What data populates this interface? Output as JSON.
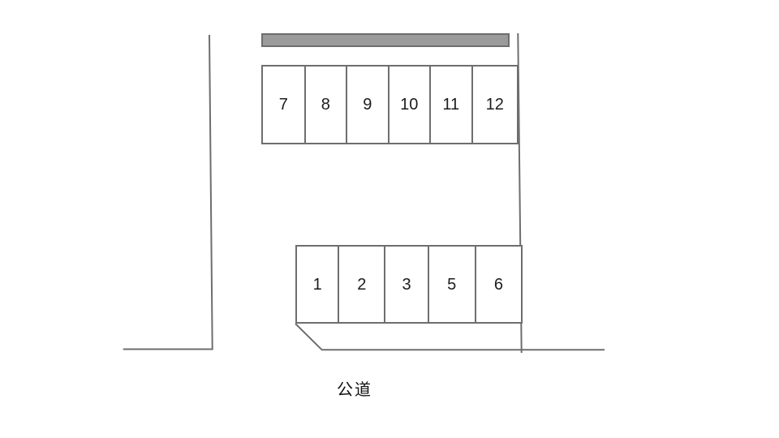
{
  "diagram": {
    "road_label": "公道",
    "top_row": {
      "spaces": [
        "7",
        "8",
        "9",
        "10",
        "11",
        "12"
      ]
    },
    "bottom_row": {
      "spaces": [
        "1",
        "2",
        "3",
        "5",
        "6"
      ]
    },
    "colors": {
      "background": "#ffffff",
      "line": "#6e6e6e",
      "bar_fill": "#9b9b9b",
      "bar_border": "#6e6e6e",
      "number_text": "#1c1c1c",
      "label_text": "#111111"
    }
  }
}
